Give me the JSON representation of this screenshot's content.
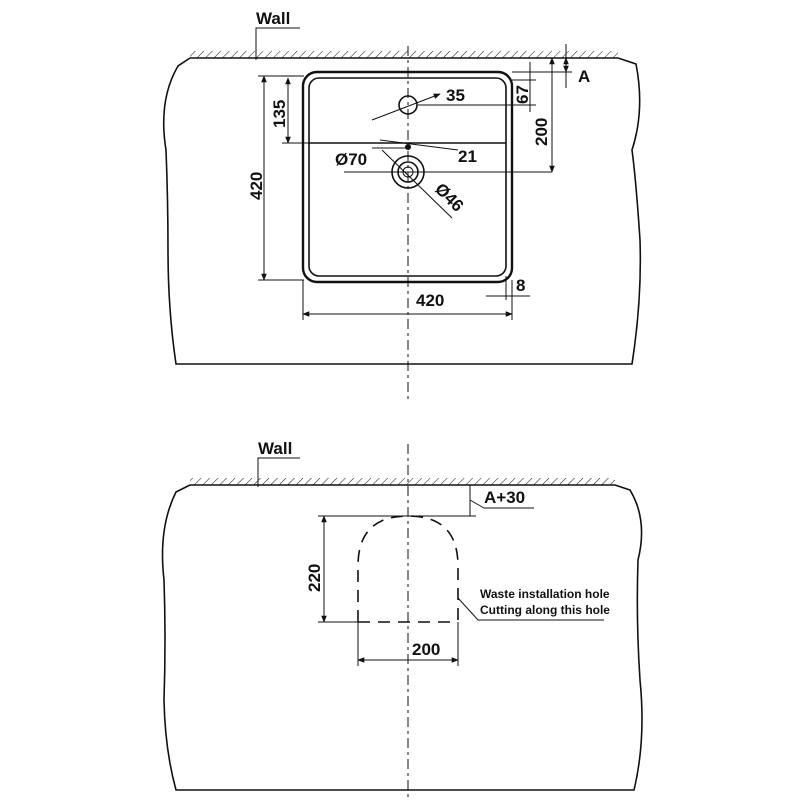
{
  "top_view": {
    "wall_label": "Wall",
    "dims": {
      "basin_depth": "420",
      "tap_offset": "135",
      "tap_hole_dia": "35",
      "edge_to_tap": "67",
      "wall_to_drain": "200",
      "distance_21": "21",
      "drain_outer_dia": "Ø70",
      "drain_inner_dia": "Ø46",
      "basin_width": "420",
      "rim_8": "8",
      "gap_a": "A"
    }
  },
  "bottom_view": {
    "wall_label": "Wall",
    "dims": {
      "offset": "A+30",
      "hole_height": "220",
      "hole_width": "200"
    },
    "note_line1": "Waste installation hole",
    "note_line2": "Cutting along this hole"
  }
}
